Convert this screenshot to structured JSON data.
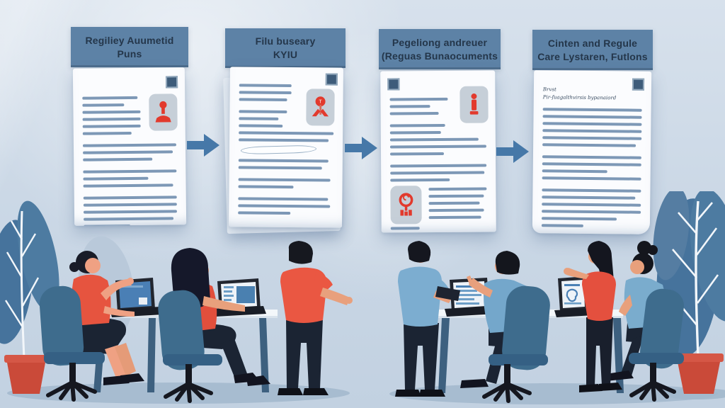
{
  "illustration_title": "Four-step document workflow with office workers",
  "colors": {
    "bg_top": "#d7e1ec",
    "bg_bottom": "#c2d1e1",
    "header_bg": "#5d82a6",
    "header_text": "#24364a",
    "doc_bg": "#fbfcfe",
    "doc_line": "#7d98b6",
    "stamp_red": "#e23a2d",
    "stamp_box_bg": "#c6cfd8",
    "corner_square": "#3e5c7a",
    "arrow": "#4678a8",
    "red_shirt": "#e6543f",
    "blue_shirt": "#7cadd0",
    "dark_clothes": "#1b2433",
    "skin": "#efa183",
    "chair": "#3e6c8d",
    "table_leg": "#3d607f",
    "plant_leaf": "#46739c",
    "pot": "#ca4a39",
    "floor_shadow": "#a2b8cc"
  },
  "icons": {
    "step1_stamp": "rubber-stamp",
    "step2_stamp": "pin-stamp",
    "step3_stamp_top": "figure-seal",
    "step3_stamp_bottom": "round-seal",
    "page_corner": "page-corner-marker",
    "arrow": "arrow-right"
  },
  "steps": [
    {
      "label": "Regiliey Auumetid\nPuns",
      "top_lines": [
        95,
        72,
        100,
        100,
        100,
        84
      ],
      "lines": [
        "g",
        100,
        96,
        74,
        "g",
        100,
        70,
        96,
        "g",
        100,
        100,
        100,
        96,
        50,
        100
      ]
    },
    {
      "label": "Filu buseary\nKYIU",
      "top_lines": [
        95,
        95,
        88,
        "g",
        88,
        72,
        80
      ],
      "mid_lines": [
        100,
        95
      ],
      "bot_lines": [
        95,
        88,
        "g",
        97,
        58,
        "g",
        95,
        97,
        55
      ]
    },
    {
      "label": "Pegeliong andreuer\n(Reguas Bunaocuments",
      "top_lines": [
        100,
        70,
        84,
        "g",
        96,
        88
      ],
      "mid_lines": [
        92,
        100,
        56,
        "g",
        100,
        98,
        62
      ],
      "col_lines": [
        100,
        95,
        88,
        95,
        90
      ],
      "end_lines": [
        30
      ]
    },
    {
      "label": "Cinten and Regule\nCare Lystaren, Futlons",
      "script_line1": "Brvst",
      "script_line2": "Pir-fuagalthvirsis bypanaiord",
      "lines": [
        100,
        100,
        100,
        100,
        100,
        94,
        "g",
        100,
        100,
        66,
        100,
        "g",
        100,
        94,
        100,
        100,
        76,
        42
      ]
    }
  ]
}
